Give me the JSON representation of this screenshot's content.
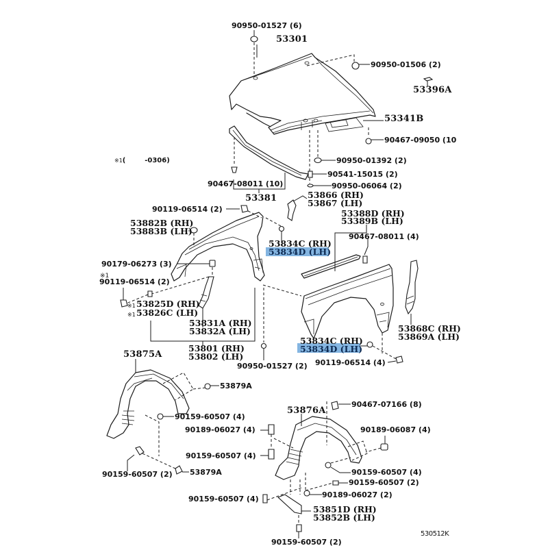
{
  "diagram": {
    "title": "Hood & Front Fender parts diagram",
    "figure_code": "530512K",
    "highlight_color": "#6fa8dc",
    "note": {
      "marker": "※1",
      "text": "(        -0306)"
    },
    "labels": {
      "hood_nut_top": "90950-01527 (6)",
      "hood": "53301",
      "hood_cushion_right": "90950-01506 (2)",
      "emblem": "53396A",
      "hood_insulator": "53341B",
      "clip_insulator": "90467-09050 (10",
      "clip_seal": "90467-08011 (10)",
      "hood_seal": "53381",
      "cushion_01392": "90950-01392 (2)",
      "screw_15015": "90541-15015 (2)",
      "grommet_06064": "90950-06064 (2)",
      "bracket_rh": "53866 (RH)",
      "bracket_lh": "53867 (LH)",
      "bolt_06514_top": "90119-06514 (2)",
      "seal_rh": "53388D (RH)",
      "seal_lh": "53389B (LH)",
      "clip_08011_4": "90467-08011 (4)",
      "shield_rh": "53882B (RH)",
      "shield_lh": "53883B (LH)",
      "pad_c_rh_upper": "53834C (RH)",
      "pad_d_lh_upper": "53834D (LH)",
      "nut_06273": "90179-06273 (3)",
      "bolt_06514_left": "90119-06514 (2)",
      "brace_rh": "53825D (RH)",
      "brace_lh": "53826C (LH)",
      "stay_rh": "53831A (RH)",
      "stay_lh": "53832A (LH)",
      "fender_rh": "53801 (RH)",
      "fender_lh": "53802 (LH)",
      "grommet_01527": "90950-01527 (2)",
      "pad_c_rh_lower": "53834C (RH)",
      "pad_d_lh_lower": "53834D (LH)",
      "bolt_06514_4": "90119-06514 (4)",
      "seal_rear_rh": "53868C (RH)",
      "seal_rear_lh": "53869A (LH)",
      "liner_left": "53875A",
      "clip_53879_upper": "53879A",
      "screw_60507_4_a": "90159-60507 (4)",
      "clip_06027_4": "90189-06027 (4)",
      "screw_60507_4_b": "90159-60507 (4)",
      "screw_60507_2_left": "90159-60507 (2)",
      "clip_53879_lower": "53879A",
      "liner_right": "53876A",
      "clip_07166": "90467-07166 (8)",
      "clip_06087": "90189-06087 (4)",
      "screw_60507_4_c": "90159-60507 (4)",
      "screw_60507_4_d": "90159-60507 (4)",
      "screw_60507_2_right": "90159-60507 (2)",
      "clip_06027_2": "90189-06027 (2)",
      "shield_lower_rh": "53851D (RH)",
      "shield_lower_lh": "53852B (LH)",
      "screw_60507_2_bottom": "90159-60507 (2)"
    }
  }
}
